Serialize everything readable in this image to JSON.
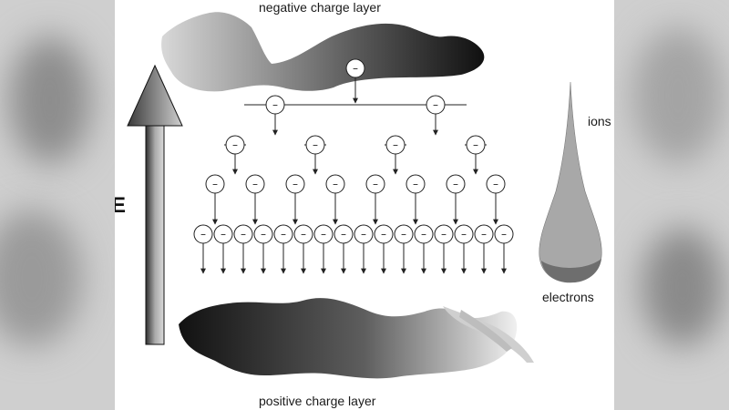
{
  "labels": {
    "negative_layer": "negative charge layer",
    "positive_layer": "positive charge layer",
    "ions": "ions",
    "electrons": "electrons",
    "field": "E"
  },
  "electron_symbol": "–",
  "cascade_levels": [
    1,
    2,
    4,
    8,
    16
  ],
  "colors": {
    "background": "#ffffff",
    "stroke": "#222222",
    "arrow_dark": "#2e2e2e",
    "arrow_light": "#d0d0d0",
    "ions_fill": "#a8a8a8",
    "electrons_fill": "#6e6e6e"
  }
}
